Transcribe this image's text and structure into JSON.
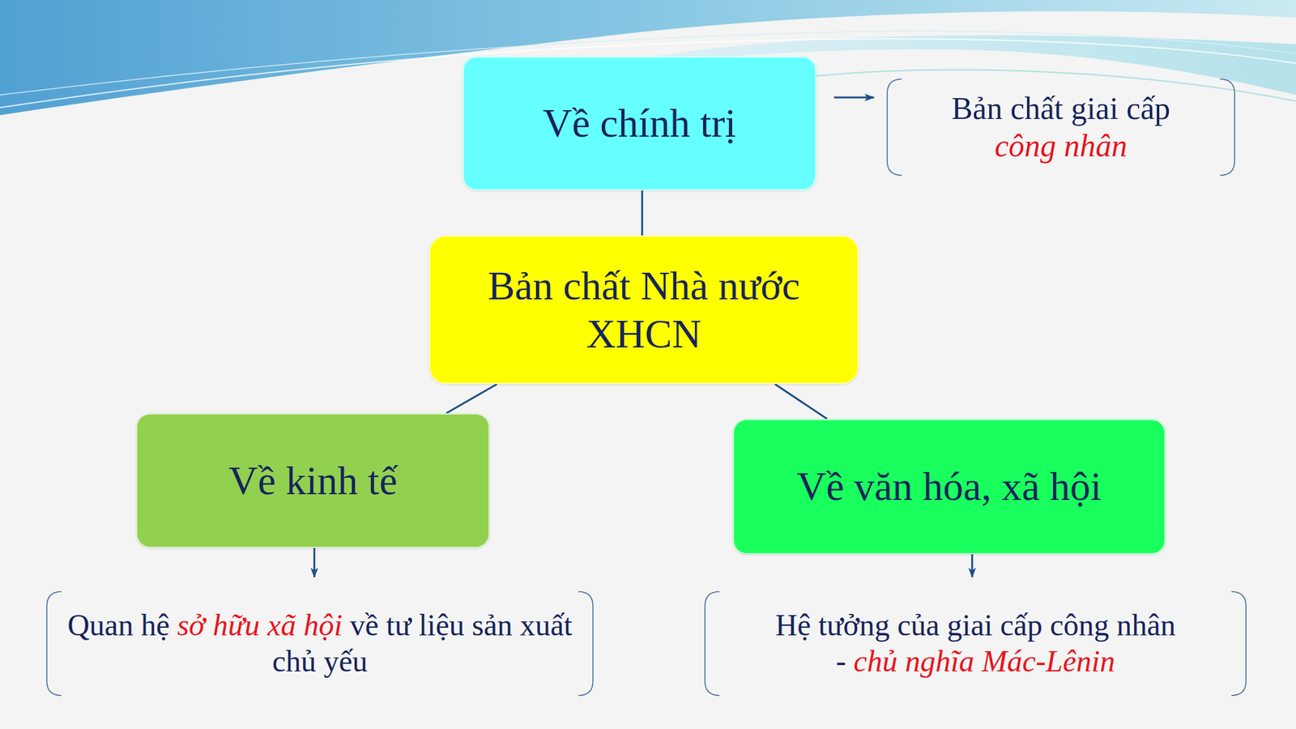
{
  "diagram": {
    "nodes": [
      {
        "text": [
          "Về chính trị"
        ]
      },
      {
        "text": [
          "Bản chất giai cấp",
          "công nhân"
        ]
      },
      {
        "text": [
          "Bản chất Nhà nước XHCN"
        ]
      },
      {
        "text": [
          "Về kinh tế"
        ]
      },
      {
        "text": [
          "Về văn hóa, xã hội"
        ]
      },
      {
        "text": [
          "Quan hệ",
          "sở hữu xã hội",
          "về tư liệu sản xuất chủ yếu"
        ]
      },
      {
        "text": [
          "Hệ tưởng của giai cấp công nhân",
          "-",
          "chủ nghĩa Mác-Lênin"
        ]
      }
    ],
    "edges": [
      {
        "from": 2,
        "to": 0,
        "arrow": "none"
      },
      {
        "from": 0,
        "to": 1,
        "arrow": "to"
      },
      {
        "from": 2,
        "to": 3,
        "arrow": "none"
      },
      {
        "from": 2,
        "to": 4,
        "arrow": "none"
      },
      {
        "from": 3,
        "to": 5,
        "arrow": "to"
      },
      {
        "from": 4,
        "to": 6,
        "arrow": "to"
      }
    ]
  }
}
